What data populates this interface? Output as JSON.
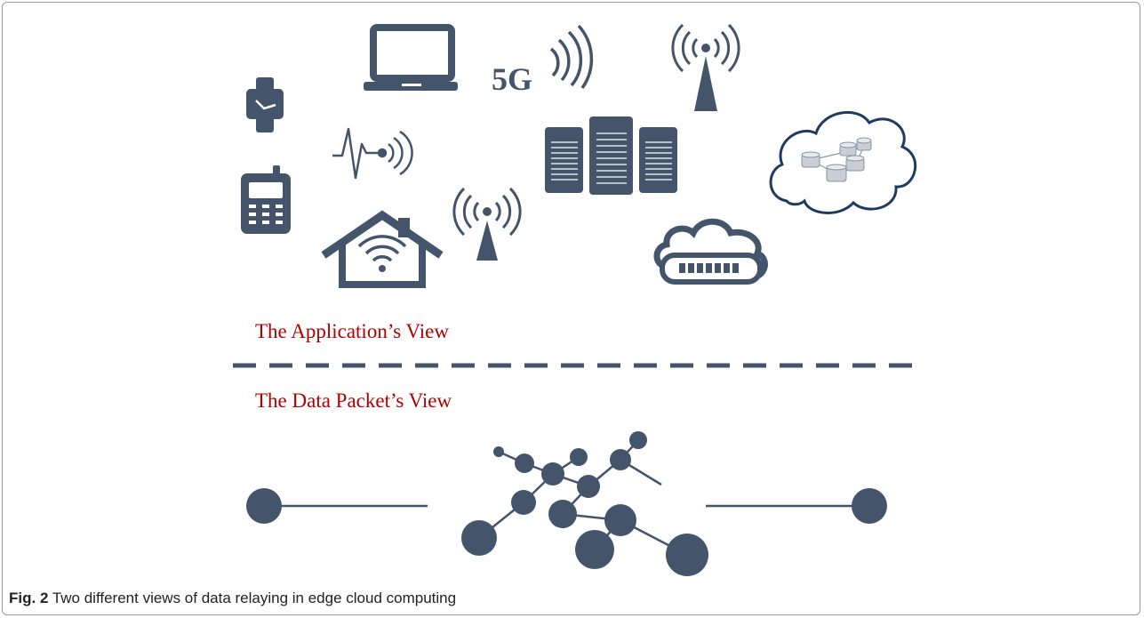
{
  "colors": {
    "icon": "#44546a",
    "label": "#b00000",
    "server_dark": "#4a5568"
  },
  "icons": {
    "smartwatch": "smartwatch-icon",
    "laptop": "laptop-icon",
    "fiveg": "5g-icon",
    "antenna_top": "antenna-icon",
    "antenna_mid": "antenna-icon",
    "heartbeat": "wireless-sensor-icon",
    "mobile_phone": "mobile-phone-icon",
    "home": "smart-home-icon",
    "servers": "server-rack-icon",
    "cloud_network": "cloud-database-icon",
    "cloud_switch": "cloud-switch-icon"
  },
  "fiveg_text": "5G",
  "labels": {
    "application_view": "The Application’s View",
    "packet_view": "The Data Packet’s View"
  },
  "caption": {
    "fig_label": "Fig. 2",
    "text": " Two different views of data relaying in edge cloud computing"
  }
}
